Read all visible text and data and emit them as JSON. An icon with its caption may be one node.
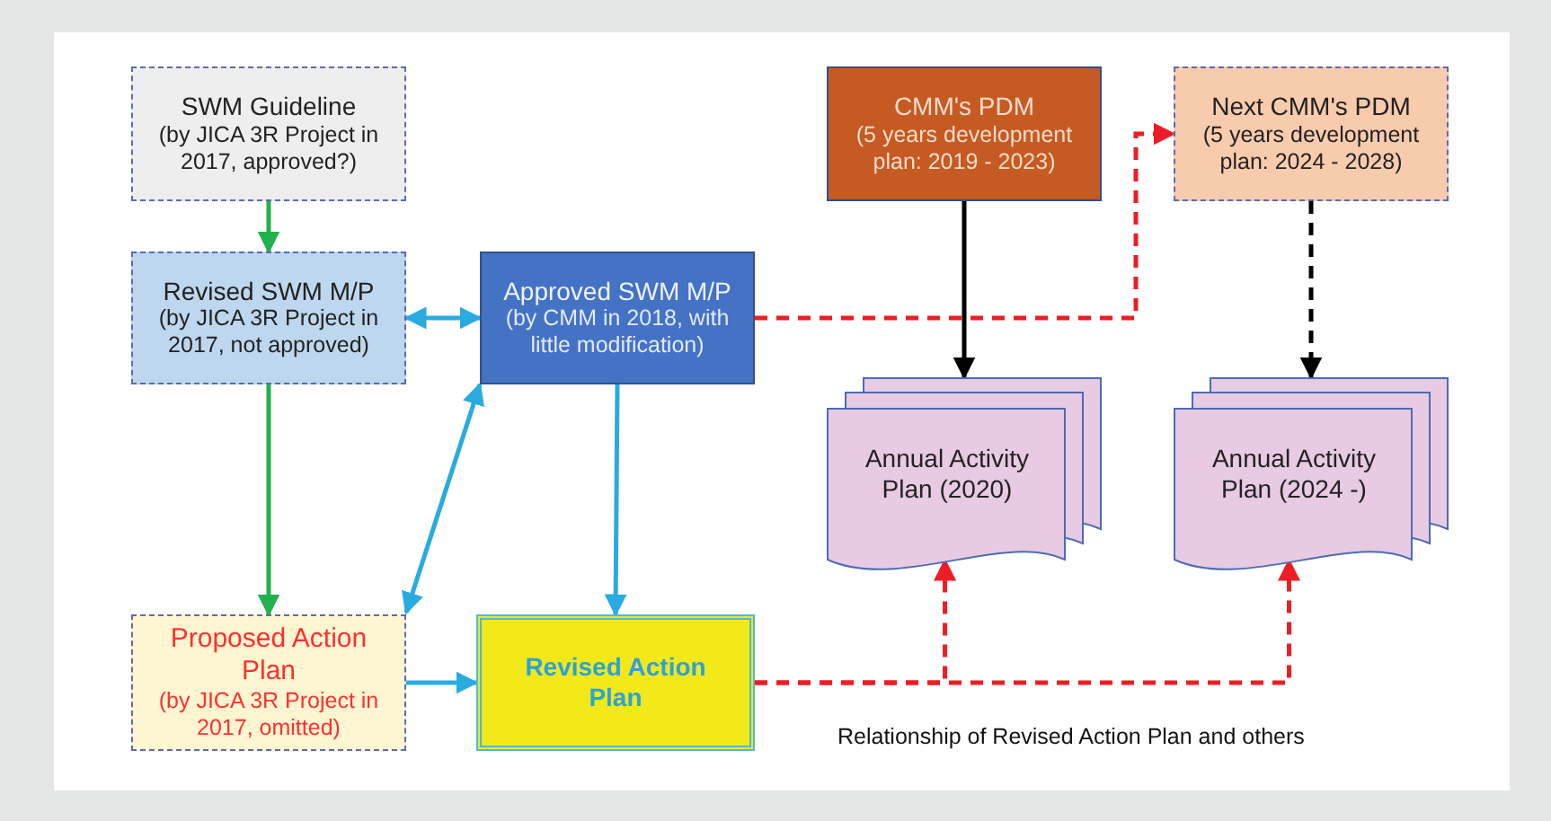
{
  "diagram": {
    "nodes": [
      {
        "text": [
          "SWM Guideline",
          "(by JICA 3R Project in 2017, approved?)"
        ]
      },
      {
        "text": [
          "Revised SWM M/P",
          "(by JICA 3R Project in 2017, not approved)"
        ]
      },
      {
        "text": [
          "Approved SWM M/P",
          "(by CMM in 2018, with little modification)"
        ]
      },
      {
        "text": [
          "CMM's PDM",
          "(5 years development plan: 2019 - 2023)"
        ]
      },
      {
        "text": [
          "Next CMM's PDM",
          "(5 years development plan: 2024 - 2028)"
        ]
      },
      {
        "text": [
          "Annual Activity Plan (2020)"
        ]
      },
      {
        "text": [
          "Annual Activity Plan (2024 -)"
        ]
      },
      {
        "text": [
          "Proposed Action Plan",
          "(by JICA 3R Project in 2017, omitted)"
        ]
      },
      {
        "text": [
          "Revised Action Plan"
        ]
      }
    ],
    "edges": [
      {
        "from": 0,
        "to": 1,
        "arrow": "to",
        "color": "#22b14c"
      },
      {
        "from": 1,
        "to": 2,
        "arrow": "both"
      },
      {
        "from": 1,
        "to": 7,
        "arrow": "to",
        "color": "#22b14c"
      },
      {
        "from": 2,
        "to": 7,
        "arrow": "both"
      },
      {
        "from": 2,
        "to": 8,
        "arrow": "to"
      },
      {
        "from": 7,
        "to": 8,
        "arrow": "to"
      },
      {
        "from": 2,
        "to": 4,
        "arrow": "to",
        "style": "dashed",
        "color": "#ee1c24"
      },
      {
        "from": 3,
        "to": 5,
        "arrow": "to",
        "color": "#000000"
      },
      {
        "from": 4,
        "to": 6,
        "arrow": "to",
        "style": "dashed",
        "color": "#000000"
      },
      {
        "from": 8,
        "to": 5,
        "arrow": "to",
        "style": "dashed",
        "color": "#ee1c24"
      },
      {
        "from": 8,
        "to": 6,
        "arrow": "to",
        "style": "dashed",
        "color": "#ee1c24"
      }
    ],
    "labels": [
      "Relationship of Revised Action Plan and others"
    ]
  }
}
